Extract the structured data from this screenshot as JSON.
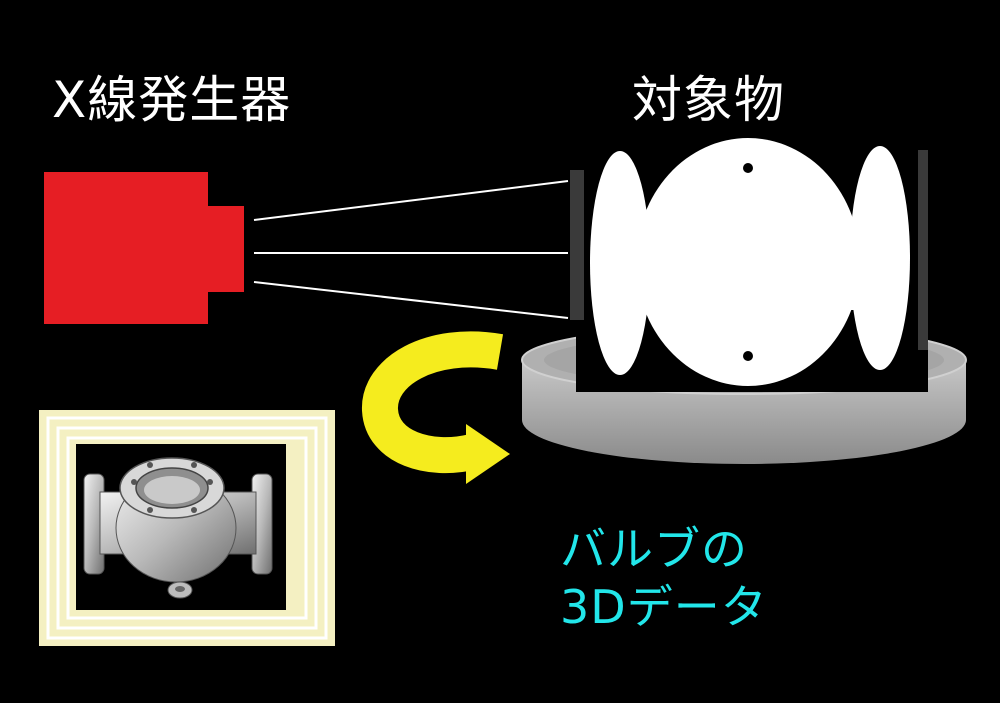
{
  "labels": {
    "xray_generator": "X線発生器",
    "target_object": "対象物",
    "valve_line1": "バルブの",
    "valve_line2": "3Dデータ"
  },
  "colors": {
    "background": "#000000",
    "xray_generator": "#e61e24",
    "rotation_arrow": "#f5ec1e",
    "valve_text": "#22e6ea",
    "turntable": "#a8a8a8",
    "frame": "#f4f0c2"
  },
  "icons": {
    "rotation": "rotation-arrow-icon"
  }
}
